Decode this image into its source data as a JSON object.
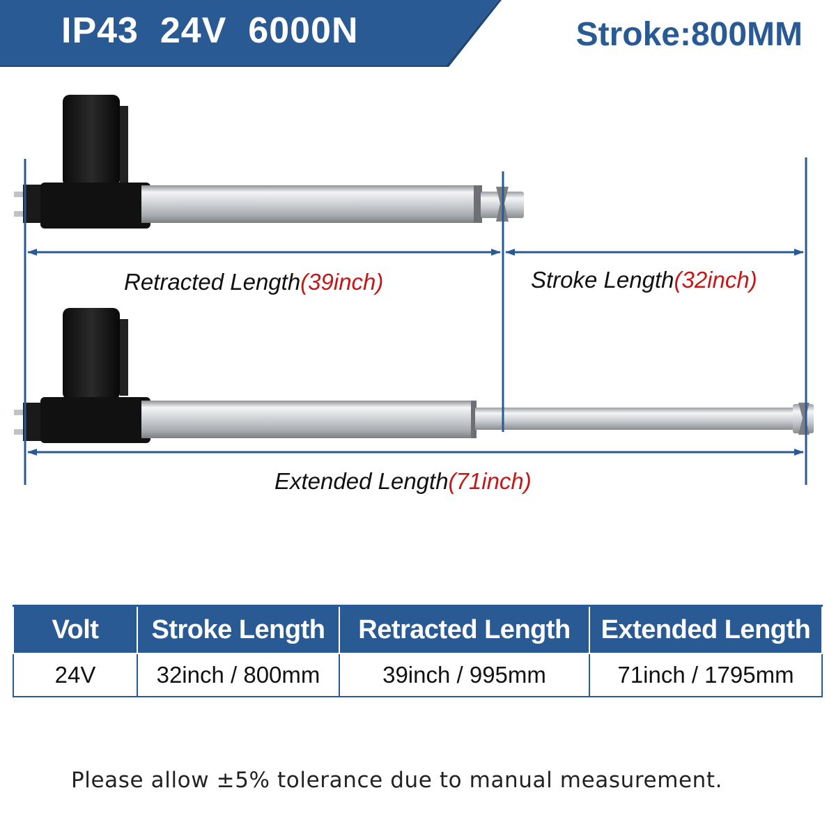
{
  "header": {
    "specs": "IP43  24V  6000N",
    "stroke": "Stroke:800MM",
    "banner_color": "#2a5a93"
  },
  "diagram": {
    "retracted": {
      "label": "Retracted Length",
      "value": "(39inch)"
    },
    "stroke": {
      "label": "Stroke Length",
      "value": "(32inch)"
    },
    "extended": {
      "label": "Extended Length",
      "value": "(71inch)"
    },
    "label_value_color": "#c41818",
    "dimension_line_color": "#2a5a93"
  },
  "table": {
    "headers": [
      "Volt",
      "Stroke Length",
      "Retracted Length",
      "Extended Length"
    ],
    "rows": [
      [
        "24V",
        "32inch / 800mm",
        "39inch / 995mm",
        "71inch / 1795mm"
      ]
    ]
  },
  "note": "Please allow ±5% tolerance due to manual measurement."
}
